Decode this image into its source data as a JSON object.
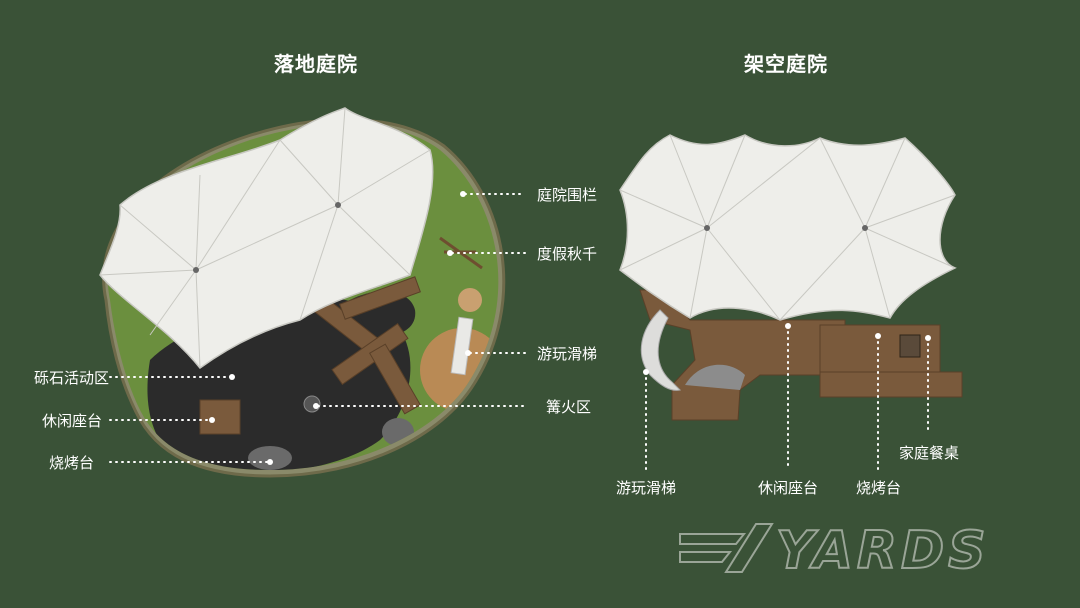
{
  "titles": {
    "left": "落地庭院",
    "right": "架空庭院"
  },
  "left_labels": {
    "fence": "庭院围栏",
    "swing": "度假秋千",
    "slide": "游玩滑梯",
    "bonfire": "篝火区",
    "gravel": "砾石活动区",
    "lounge": "休闲座台",
    "bbq": "烧烤台"
  },
  "right_labels": {
    "slide": "游玩滑梯",
    "lounge": "休闲座台",
    "bbq": "烧烤台",
    "dining": "家庭餐桌"
  },
  "logo": {
    "text": "YARDS"
  },
  "colors": {
    "background": "#3a5237",
    "grass": "#6b8f3e",
    "gravel": "#2b2b2b",
    "canopy": "#eeeeea",
    "wood": "#7a5a3c",
    "sand": "#b98a55"
  }
}
